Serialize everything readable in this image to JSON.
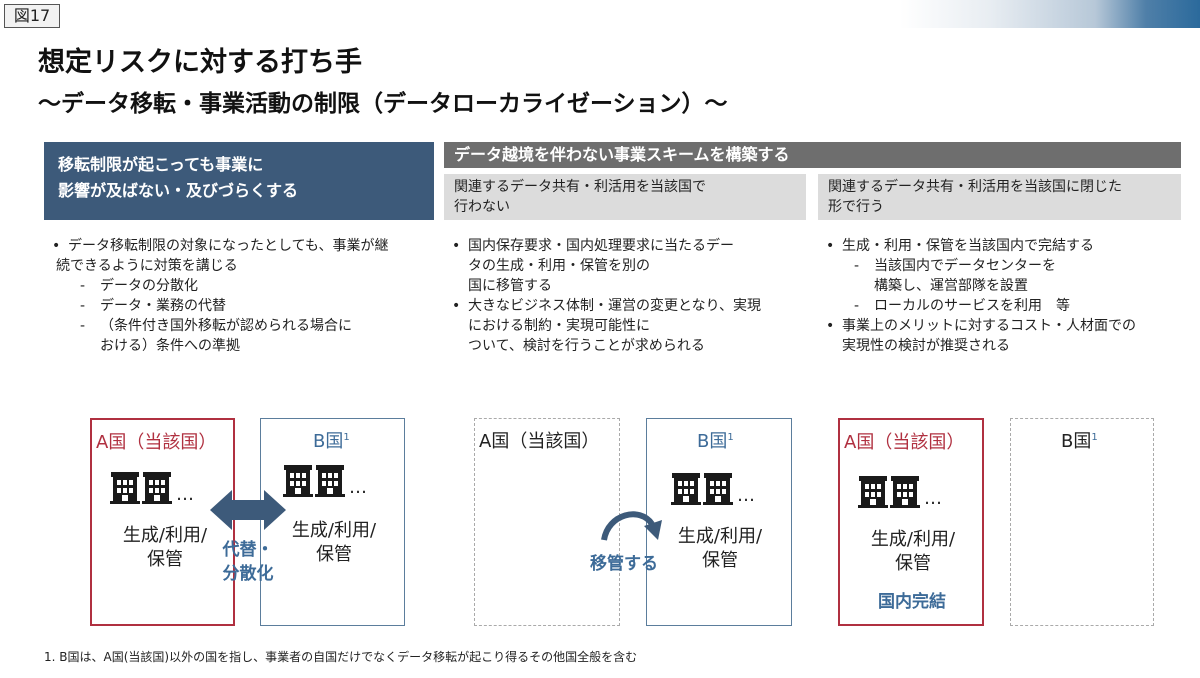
{
  "figure_label": "図17",
  "title": "想定リスクに対する打ち手",
  "subtitle": "～データ移転・事業活動の制限（データローカライゼーション）～",
  "columns": {
    "left_header": [
      "移転制限が起こっても事業に",
      "影響が及ばない・及びづらくする"
    ],
    "right_header": "データ越境を伴わない事業スキームを構築する",
    "sub_header_1": [
      "関連するデータ共有・利活用を当該国で",
      "行わない"
    ],
    "sub_header_2": [
      "関連するデータ共有・利活用を当該国に閉じた",
      "形で行う"
    ]
  },
  "bullets_left": {
    "b1_l1": "データ移転制限の対象になったとしても、事業が継",
    "b1_l2": "続できるように対策を講じる",
    "d1": "データの分散化",
    "d2": "データ・業務の代替",
    "d3_l1": "（条件付き国外移転が認められる場合に",
    "d3_l2": "おける）条件への準拠"
  },
  "bullets_mid": {
    "b1_l1": "国内保存要求・国内処理要求に当たるデー",
    "b1_l2": "タの生成・利用・保管を別の",
    "b1_l3": "国に移管する",
    "b2_l1": "大きなビジネス体制・運営の変更となり、実現",
    "b2_l2": "における制約・実現可能性に",
    "b2_l3": "ついて、検討を行うことが求められる"
  },
  "bullets_right": {
    "b1": "生成・利用・保管を当該国内で完結する",
    "d1_l1": "当該国内でデータセンターを",
    "d1_l2": "構築し、運営部隊を設置",
    "d2": "ローカルのサービスを利用　等",
    "b2_l1": "事業上のメリットに対するコスト・人材面での",
    "b2_l2": "実現性の検討が推奨される"
  },
  "diagrams": {
    "country_a": "A国（当該国）",
    "country_b": "B国",
    "footnote_mark": "1",
    "ellipsis": "…",
    "activity_l1": "生成/利用/",
    "activity_l2": "保管",
    "exchange_label_l1": "代替・",
    "exchange_label_l2": "分散化",
    "transfer_label": "移管する",
    "domestic_label": "国内完結"
  },
  "footnote": "1. B国は、A国(当該国)以外の国を指し、事業者の自国だけでなくデータ移転が起こり得るその他国全般を含む",
  "colors": {
    "header_blue": "#3d5a7a",
    "header_gray": "#6e6e6e",
    "sub_header_gray": "#dcdcdc",
    "country_a_red": "#b03040",
    "country_b_blue": "#3d6b98",
    "arrow_blue": "#3d5a7a"
  },
  "icons": [
    "building-icon",
    "double-arrow-icon",
    "curved-arrow-icon"
  ]
}
